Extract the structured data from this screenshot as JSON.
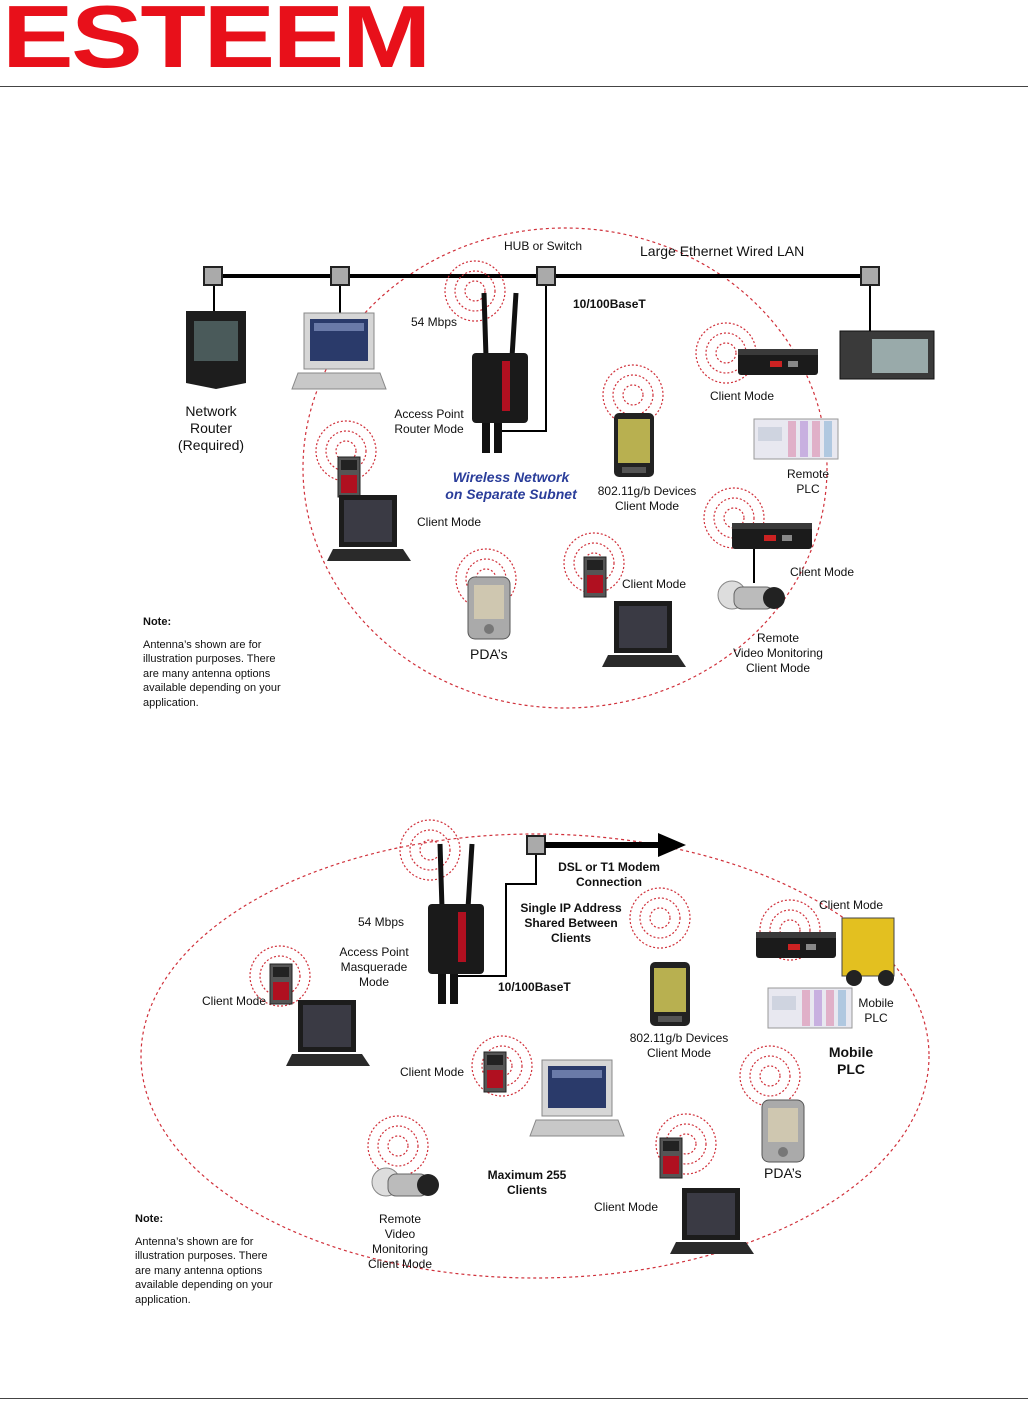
{
  "header": {
    "logo_text": "ESTEEM",
    "logo_color": "#e8101a"
  },
  "colors": {
    "wired": "#000000",
    "range": "#d0303a",
    "text_blue": "#2a3d9a"
  },
  "diagram1": {
    "hub_label": "HUB or Switch",
    "wired_lan_label": "Large Ethernet Wired LAN",
    "base_t_label": "10/100BaseT",
    "speed_label": "54 Mbps",
    "router_label": [
      "Network",
      "Router",
      "(Required)"
    ],
    "ap_label": [
      "Access Point",
      "Router Mode"
    ],
    "wireless_network_label": [
      "Wireless Network",
      "on Separate Subnet"
    ],
    "devices_label": [
      "802.11g/b Devices",
      "Client Mode"
    ],
    "client_mode_label": "Client Mode",
    "remote_plc_label": [
      "Remote",
      "PLC"
    ],
    "pda_label": "PDA’s",
    "video_label": [
      "Remote",
      "Video Monitoring",
      "Client Mode"
    ],
    "note_title": "Note:",
    "note_lines": [
      "Antenna’s shown are for",
      "illustration purposes.  There",
      "are many antenna options",
      "available depending on your",
      "application."
    ]
  },
  "diagram2": {
    "dsl_label": [
      "DSL or T1 Modem",
      "Connection"
    ],
    "single_ip_label": [
      "Single IP Address",
      "Shared Between",
      "Clients"
    ],
    "speed_label": "54 Mbps",
    "ap_label": [
      "Access Point",
      "Masquerade",
      "Mode"
    ],
    "base_t_label": "10/100BaseT",
    "client_mode_label": "Client Mode",
    "devices_label": [
      "802.11g/b Devices",
      "Client Mode"
    ],
    "mobile_plc_small": [
      "Mobile",
      "PLC"
    ],
    "mobile_plc_big": [
      "Mobile",
      "PLC"
    ],
    "max_clients_label": [
      "Maximum 255",
      "Clients"
    ],
    "pda_label": "PDA’s",
    "video_label": [
      "Remote",
      "Video",
      "Monitoring",
      "Client Mode"
    ],
    "note_title": "Note:",
    "note_lines": [
      "Antenna’s shown are for",
      "illustration purposes.  There",
      "are many antenna options",
      "available depending on your",
      "application."
    ]
  }
}
